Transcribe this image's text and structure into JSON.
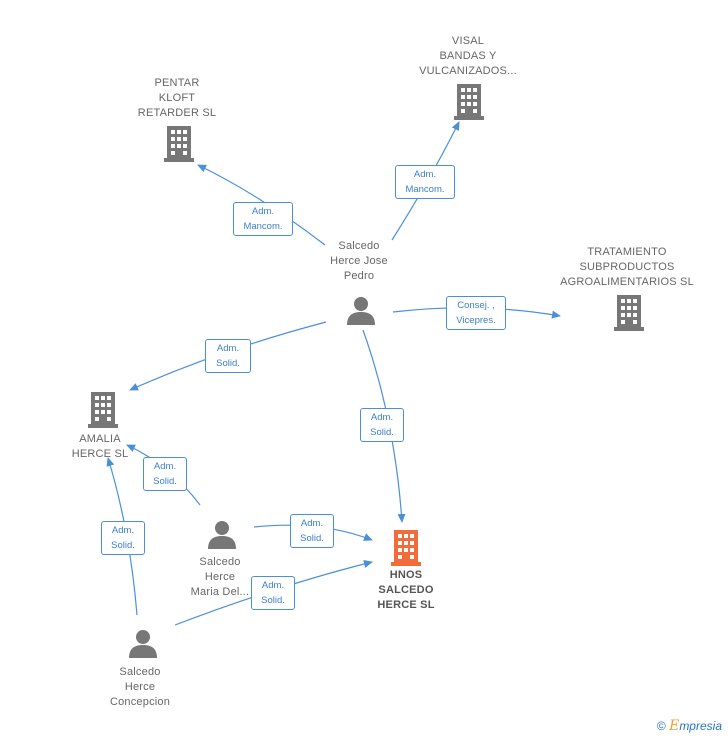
{
  "nodes": {
    "pentar": {
      "lines": [
        "PENTAR",
        "KLOFT",
        "RETARDER  SL"
      ],
      "type": "company"
    },
    "visal": {
      "lines": [
        "VISAL",
        "BANDAS Y",
        "VULCANIZADOS..."
      ],
      "type": "company"
    },
    "tratamiento": {
      "lines": [
        "TRATAMIENTO",
        "SUBPRODUCTOS",
        "AGROALIMENTARIOS SL"
      ],
      "type": "company"
    },
    "amalia": {
      "lines": [
        "AMALIA",
        "HERCE  SL"
      ],
      "type": "company"
    },
    "hnos": {
      "lines": [
        "HNOS",
        "SALCEDO",
        "HERCE  SL"
      ],
      "type": "company-main"
    },
    "jose_pedro": {
      "lines": [
        "Salcedo",
        "Herce Jose",
        "Pedro"
      ],
      "type": "person"
    },
    "maria": {
      "lines": [
        "Salcedo",
        "Herce",
        "Maria Del..."
      ],
      "type": "person"
    },
    "concepcion": {
      "lines": [
        "Salcedo",
        "Herce",
        "Concepcion"
      ],
      "type": "person"
    }
  },
  "edges": {
    "e1": [
      "Adm.",
      "Mancom."
    ],
    "e2": [
      "Adm.",
      "Mancom."
    ],
    "e3": [
      "Consej. ,",
      "Vicepres."
    ],
    "e4": [
      "Adm.",
      "Solid."
    ],
    "e5": [
      "Adm.",
      "Solid."
    ],
    "e6": [
      "Adm.",
      "Solid."
    ],
    "e7": [
      "Adm.",
      "Solid."
    ],
    "e8": [
      "Adm.",
      "Solid."
    ],
    "e9": [
      "Adm.",
      "Solid."
    ]
  },
  "colors": {
    "edge": "#4a90d9",
    "company": "#777777",
    "company_main": "#f26b3a",
    "person": "#777777"
  },
  "footer": {
    "copyright": "©",
    "brand_first": "E",
    "brand_rest": "mpresia"
  }
}
